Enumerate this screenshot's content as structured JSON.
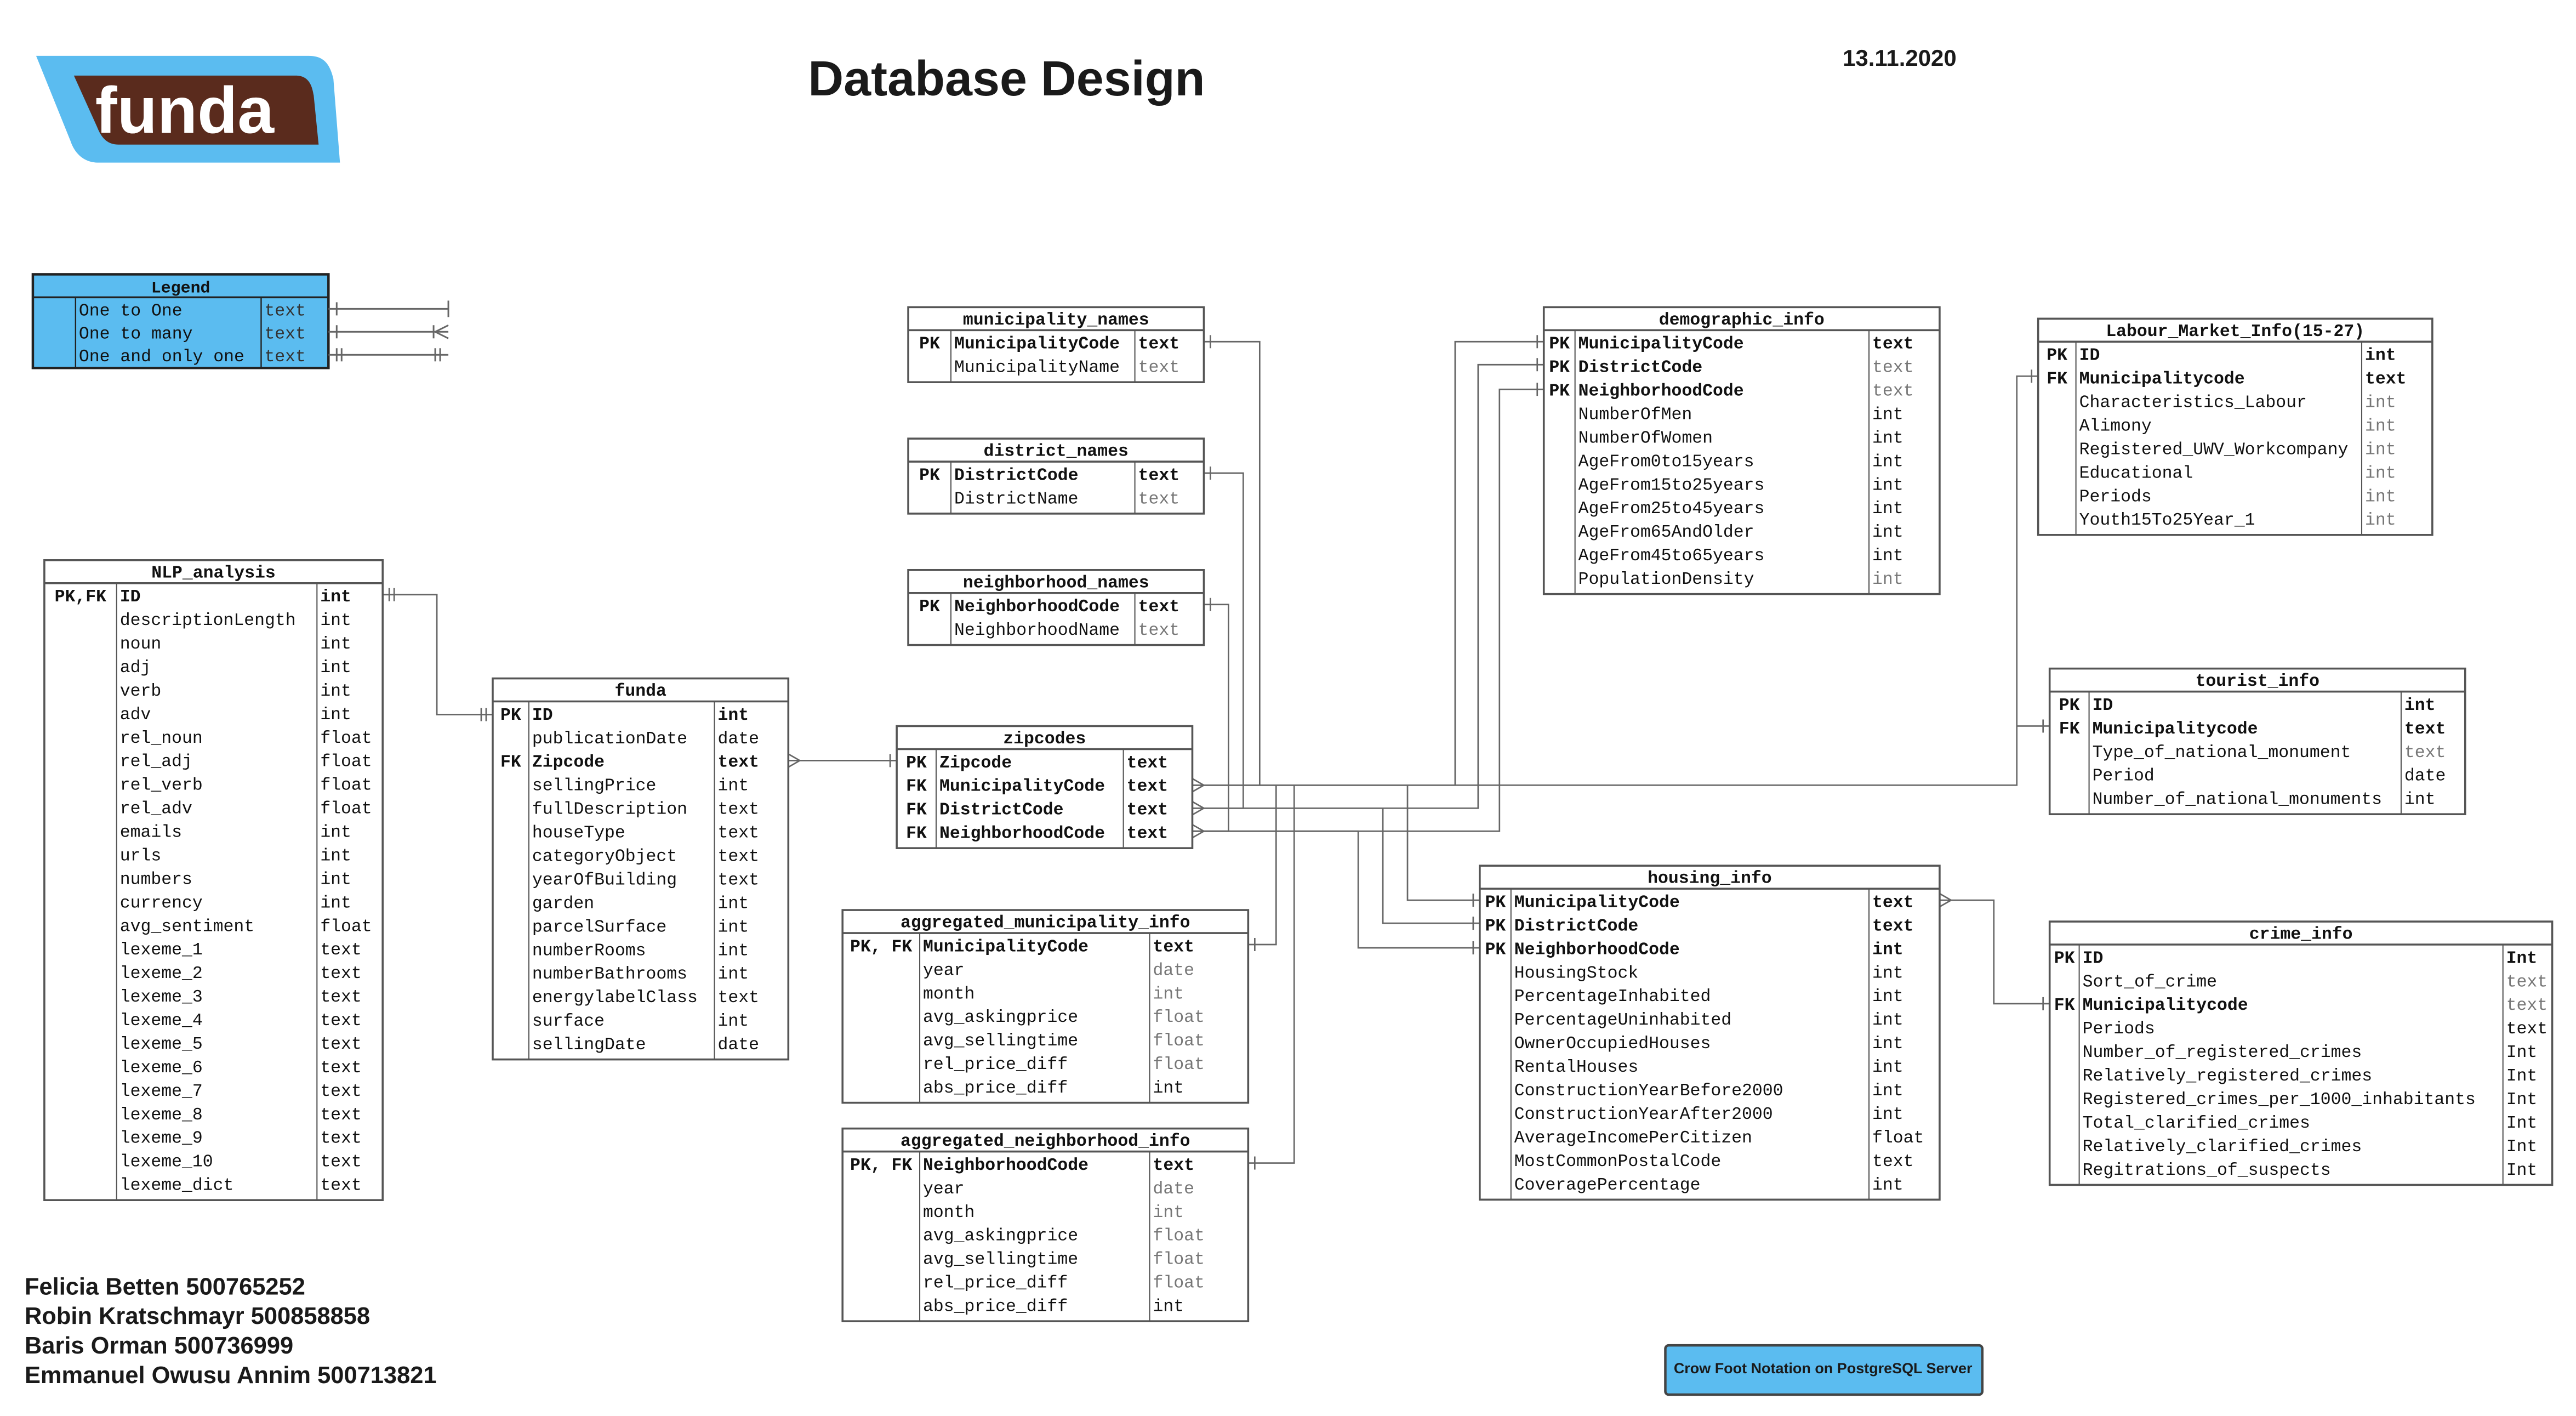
{
  "header": {
    "title": "Database Design",
    "date": "13.11.2020"
  },
  "logo": {
    "text": "funda",
    "colors": {
      "outer": "#5bbcf0",
      "inner": "#5a2b1d",
      "text": "#ffffff"
    }
  },
  "colors": {
    "legend_fill": "#5bbcf0",
    "border": "#555555",
    "line": "#666666",
    "muted_type": "#777777"
  },
  "legend": {
    "title": "Legend",
    "rows": [
      {
        "label": "One to One",
        "type": "text",
        "notation": "one-to-one"
      },
      {
        "label": "One to many",
        "type": "text",
        "notation": "one-to-many"
      },
      {
        "label": "One and only one",
        "type": "text",
        "notation": "one-and-only-one"
      }
    ]
  },
  "tables": {
    "NLP_analysis": {
      "title": "NLP_analysis",
      "columns": [
        {
          "key": "PK,FK",
          "name": "ID",
          "type": "int",
          "bold": true
        },
        {
          "key": "",
          "name": "descriptionLength",
          "type": "int"
        },
        {
          "key": "",
          "name": "noun",
          "type": "int"
        },
        {
          "key": "",
          "name": "adj",
          "type": "int"
        },
        {
          "key": "",
          "name": "verb",
          "type": "int"
        },
        {
          "key": "",
          "name": "adv",
          "type": "int"
        },
        {
          "key": "",
          "name": "rel_noun",
          "type": "float"
        },
        {
          "key": "",
          "name": "rel_adj",
          "type": "float"
        },
        {
          "key": "",
          "name": "rel_verb",
          "type": "float"
        },
        {
          "key": "",
          "name": "rel_adv",
          "type": "float"
        },
        {
          "key": "",
          "name": "emails",
          "type": "int"
        },
        {
          "key": "",
          "name": "urls",
          "type": "int"
        },
        {
          "key": "",
          "name": "numbers",
          "type": "int"
        },
        {
          "key": "",
          "name": "currency",
          "type": "int"
        },
        {
          "key": "",
          "name": "avg_sentiment",
          "type": "float"
        },
        {
          "key": "",
          "name": "lexeme_1",
          "type": "text"
        },
        {
          "key": "",
          "name": "lexeme_2",
          "type": "text"
        },
        {
          "key": "",
          "name": "lexeme_3",
          "type": "text"
        },
        {
          "key": "",
          "name": "lexeme_4",
          "type": "text"
        },
        {
          "key": "",
          "name": "lexeme_5",
          "type": "text"
        },
        {
          "key": "",
          "name": "lexeme_6",
          "type": "text"
        },
        {
          "key": "",
          "name": "lexeme_7",
          "type": "text"
        },
        {
          "key": "",
          "name": "lexeme_8",
          "type": "text"
        },
        {
          "key": "",
          "name": "lexeme_9",
          "type": "text"
        },
        {
          "key": "",
          "name": "lexeme_10",
          "type": "text"
        },
        {
          "key": "",
          "name": "lexeme_dict",
          "type": "text"
        }
      ]
    },
    "funda": {
      "title": "funda",
      "columns": [
        {
          "key": "PK",
          "name": "ID",
          "type": "int",
          "bold": true
        },
        {
          "key": "",
          "name": "publicationDate",
          "type": "date"
        },
        {
          "key": "FK",
          "name": "Zipcode",
          "type": "text",
          "bold": true
        },
        {
          "key": "",
          "name": "sellingPrice",
          "type": "int"
        },
        {
          "key": "",
          "name": "fullDescription",
          "type": "text"
        },
        {
          "key": "",
          "name": "houseType",
          "type": "text"
        },
        {
          "key": "",
          "name": "categoryObject",
          "type": "text"
        },
        {
          "key": "",
          "name": "yearOfBuilding",
          "type": "text"
        },
        {
          "key": "",
          "name": "garden",
          "type": "int"
        },
        {
          "key": "",
          "name": "parcelSurface",
          "type": "int"
        },
        {
          "key": "",
          "name": "numberRooms",
          "type": "int"
        },
        {
          "key": "",
          "name": "numberBathrooms",
          "type": "int"
        },
        {
          "key": "",
          "name": "energylabelClass",
          "type": "text"
        },
        {
          "key": "",
          "name": "surface",
          "type": "int"
        },
        {
          "key": "",
          "name": "sellingDate",
          "type": "date"
        }
      ]
    },
    "municipality_names": {
      "title": "municipality_names",
      "columns": [
        {
          "key": "PK",
          "name": "MunicipalityCode",
          "type": "text",
          "bold": true
        },
        {
          "key": "",
          "name": "MunicipalityName",
          "type": "text",
          "muted": true
        }
      ]
    },
    "district_names": {
      "title": "district_names",
      "columns": [
        {
          "key": "PK",
          "name": "DistrictCode",
          "type": "text",
          "bold": true
        },
        {
          "key": "",
          "name": "DistrictName",
          "type": "text",
          "muted": true
        }
      ]
    },
    "neighborhood_names": {
      "title": "neighborhood_names",
      "columns": [
        {
          "key": "PK",
          "name": "NeighborhoodCode",
          "type": "text",
          "bold": true
        },
        {
          "key": "",
          "name": "NeighborhoodName",
          "type": "text",
          "muted": true
        }
      ]
    },
    "zipcodes": {
      "title": "zipcodes",
      "columns": [
        {
          "key": "PK",
          "name": "Zipcode",
          "type": "text",
          "bold": true
        },
        {
          "key": "FK",
          "name": "MunicipalityCode",
          "type": "text",
          "bold": true
        },
        {
          "key": "FK",
          "name": "DistrictCode",
          "type": "text",
          "bold": true
        },
        {
          "key": "FK",
          "name": "NeighborhoodCode",
          "type": "text",
          "bold": true
        }
      ]
    },
    "aggregated_municipality_info": {
      "title": "aggregated_municipality_info",
      "columns": [
        {
          "key": "PK, FK",
          "name": "MunicipalityCode",
          "type": "text",
          "bold": true
        },
        {
          "key": "",
          "name": "year",
          "type": "date",
          "muted": true
        },
        {
          "key": "",
          "name": "month",
          "type": "int",
          "muted": true
        },
        {
          "key": "",
          "name": "avg_askingprice",
          "type": "float",
          "muted": true
        },
        {
          "key": "",
          "name": "avg_sellingtime",
          "type": "float",
          "muted": true
        },
        {
          "key": "",
          "name": "rel_price_diff",
          "type": "float",
          "muted": true
        },
        {
          "key": "",
          "name": "abs_price_diff",
          "type": "int"
        }
      ]
    },
    "aggregated_neighborhood_info": {
      "title": "aggregated_neighborhood_info",
      "columns": [
        {
          "key": "PK, FK",
          "name": "NeighborhoodCode",
          "type": "text",
          "bold": true
        },
        {
          "key": "",
          "name": "year",
          "type": "date",
          "muted": true
        },
        {
          "key": "",
          "name": "month",
          "type": "int",
          "muted": true
        },
        {
          "key": "",
          "name": "avg_askingprice",
          "type": "float",
          "muted": true
        },
        {
          "key": "",
          "name": "avg_sellingtime",
          "type": "float",
          "muted": true
        },
        {
          "key": "",
          "name": "rel_price_diff",
          "type": "float",
          "muted": true
        },
        {
          "key": "",
          "name": "abs_price_diff",
          "type": "int"
        }
      ]
    },
    "demographic_info": {
      "title": "demographic_info",
      "columns": [
        {
          "key": "PK",
          "name": "MunicipalityCode",
          "type": "text",
          "bold": true
        },
        {
          "key": "PK",
          "name": "DistrictCode",
          "type": "text",
          "bold": true,
          "muted": true
        },
        {
          "key": "PK",
          "name": "NeighborhoodCode",
          "type": "text",
          "bold": true,
          "muted": true
        },
        {
          "key": "",
          "name": "NumberOfMen",
          "type": "int"
        },
        {
          "key": "",
          "name": "NumberOfWomen",
          "type": "int"
        },
        {
          "key": "",
          "name": "AgeFrom0to15years",
          "type": "int"
        },
        {
          "key": "",
          "name": "AgeFrom15to25years",
          "type": "int"
        },
        {
          "key": "",
          "name": "AgeFrom25to45years",
          "type": "int"
        },
        {
          "key": "",
          "name": "AgeFrom65AndOlder",
          "type": "int"
        },
        {
          "key": "",
          "name": "AgeFrom45to65years",
          "type": "int"
        },
        {
          "key": "",
          "name": "PopulationDensity",
          "type": "int",
          "muted": true
        }
      ]
    },
    "housing_info": {
      "title": "housing_info",
      "columns": [
        {
          "key": "PK",
          "name": "MunicipalityCode",
          "type": "text",
          "bold": true
        },
        {
          "key": "PK",
          "name": "DistrictCode",
          "type": "text",
          "bold": true
        },
        {
          "key": "PK",
          "name": "NeighborhoodCode",
          "type": "int",
          "bold": true
        },
        {
          "key": "",
          "name": "HousingStock",
          "type": "int"
        },
        {
          "key": "",
          "name": "PercentageInhabited",
          "type": "int"
        },
        {
          "key": "",
          "name": "PercentageUninhabited",
          "type": "int"
        },
        {
          "key": "",
          "name": "OwnerOccupiedHouses",
          "type": "int"
        },
        {
          "key": "",
          "name": "RentalHouses",
          "type": "int"
        },
        {
          "key": "",
          "name": "ConstructionYearBefore2000",
          "type": "int"
        },
        {
          "key": "",
          "name": "ConstructionYearAfter2000",
          "type": "int"
        },
        {
          "key": "",
          "name": "AverageIncomePerCitizen",
          "type": "float"
        },
        {
          "key": "",
          "name": "MostCommonPostalCode",
          "type": "text"
        },
        {
          "key": "",
          "name": "CoveragePercentage",
          "type": "int"
        }
      ]
    },
    "Labour_Market_Info": {
      "title": "Labour_Market_Info(15-27)",
      "columns": [
        {
          "key": "PK",
          "name": "ID",
          "type": "int",
          "bold": true
        },
        {
          "key": "FK",
          "name": "Municipalitycode",
          "type": "text",
          "bold": true
        },
        {
          "key": "",
          "name": "Characteristics_Labour",
          "type": "int",
          "muted": true
        },
        {
          "key": "",
          "name": "Alimony",
          "type": "int",
          "muted": true
        },
        {
          "key": "",
          "name": "Registered_UWV_Workcompany",
          "type": "int",
          "muted": true
        },
        {
          "key": "",
          "name": "Educational",
          "type": "int",
          "muted": true
        },
        {
          "key": "",
          "name": "Periods",
          "type": "int",
          "muted": true
        },
        {
          "key": "",
          "name": "Youth15To25Year_1",
          "type": "int",
          "muted": true
        }
      ]
    },
    "tourist_info": {
      "title": "tourist_info",
      "columns": [
        {
          "key": "PK",
          "name": "ID",
          "type": "int",
          "bold": true
        },
        {
          "key": "FK",
          "name": "Municipalitycode",
          "type": "text",
          "bold": true
        },
        {
          "key": "",
          "name": "Type_of_national_monument",
          "type": "text",
          "muted": true
        },
        {
          "key": "",
          "name": "Period",
          "type": "date"
        },
        {
          "key": "",
          "name": "Number_of_national_monuments",
          "type": "int"
        }
      ]
    },
    "crime_info": {
      "title": "crime_info",
      "columns": [
        {
          "key": "PK",
          "name": "ID",
          "type": "Int",
          "bold": true
        },
        {
          "key": "",
          "name": "Sort_of_crime",
          "type": "text",
          "muted": true
        },
        {
          "key": "FK",
          "name": "Municipalitycode",
          "type": "text",
          "bold": true,
          "muted": true
        },
        {
          "key": "",
          "name": "Periods",
          "type": "text"
        },
        {
          "key": "",
          "name": "Number_of_registered_crimes",
          "type": "Int"
        },
        {
          "key": "",
          "name": "Relatively_registered_crimes",
          "type": "Int"
        },
        {
          "key": "",
          "name": "Registered_crimes_per_1000_inhabitants",
          "type": "Int"
        },
        {
          "key": "",
          "name": "Total_clarified_crimes",
          "type": "Int"
        },
        {
          "key": "",
          "name": "Relatively_clarified_crimes",
          "type": "Int"
        },
        {
          "key": "",
          "name": "Regitrations_of_suspects",
          "type": "Int"
        }
      ]
    }
  },
  "authors": [
    "Felicia Betten 500765252",
    "Robin Kratschmayr 500858858",
    "Baris Orman 500736999",
    "Emmanuel Owusu Annim 500713821"
  ],
  "footer_badge": "Crow Foot Notation on PostgreSQL Server"
}
